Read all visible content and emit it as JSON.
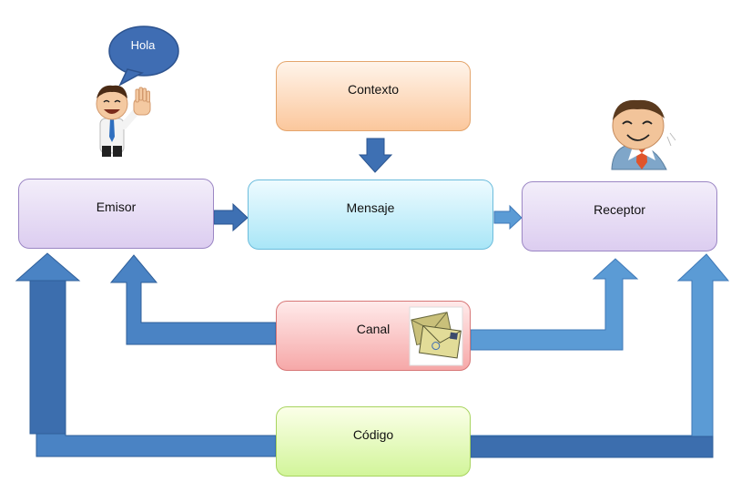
{
  "nodes": {
    "emisor": "Emisor",
    "mensaje": "Mensaje",
    "receptor": "Receptor",
    "contexto": "Contexto",
    "canal": "Canal",
    "codigo": "Código"
  },
  "speech_bubble": "Hola",
  "colors": {
    "arrow_light": "#5b9bd5",
    "arrow_dark": "#3a6fb0",
    "bubble": "#3f6db3"
  },
  "icons": [
    "waving-man-icon",
    "smiling-man-icon",
    "envelopes-icon"
  ]
}
